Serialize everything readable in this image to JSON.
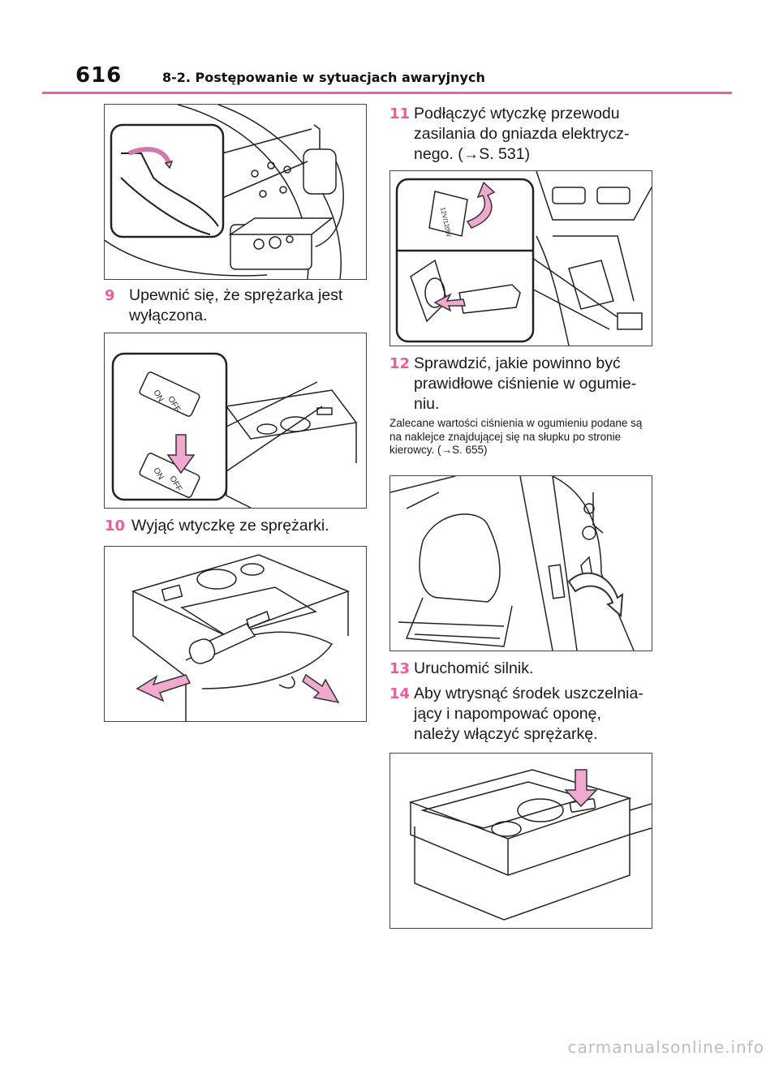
{
  "header": {
    "page_number": "616",
    "section_title": "8-2. Postępowanie w sytuacjach awaryjnych"
  },
  "steps": [
    {
      "number": "9",
      "text": "Upewnić się, że sprężarka jest wyłączona."
    },
    {
      "number": "10",
      "text": "Wyjąć wtyczkę ze sprężarki."
    },
    {
      "number": "11",
      "text": "Podłączyć wtyczkę przewodu zasilania do gniazda elektrycz-nego. (→S. 531)"
    },
    {
      "number": "12",
      "text": "Sprawdzić, jakie powinno być prawidłowe ciśnienie w ogumie-niu."
    },
    {
      "number": "13",
      "text": "Uruchomić silnik."
    },
    {
      "number": "14",
      "text": "Aby wtrysnąć środek uszczelnia-jący i napompować oponę, należy włączyć sprężarkę."
    }
  ],
  "note": "Zalecane wartości ciśnienia w ogumieniu podane są na naklejce znajdującej się na słupku po stronie kierowcy. (→S. 655)",
  "figure_labels": {
    "switch_on": "ON",
    "switch_off": "OFF",
    "socket_label": "12V/120W"
  },
  "colors": {
    "accent": "#ec5aa0",
    "arrow_fill": "#f2a9cf",
    "header_rule": "#ea5fa6"
  },
  "watermark": "carmanualsonline.info"
}
